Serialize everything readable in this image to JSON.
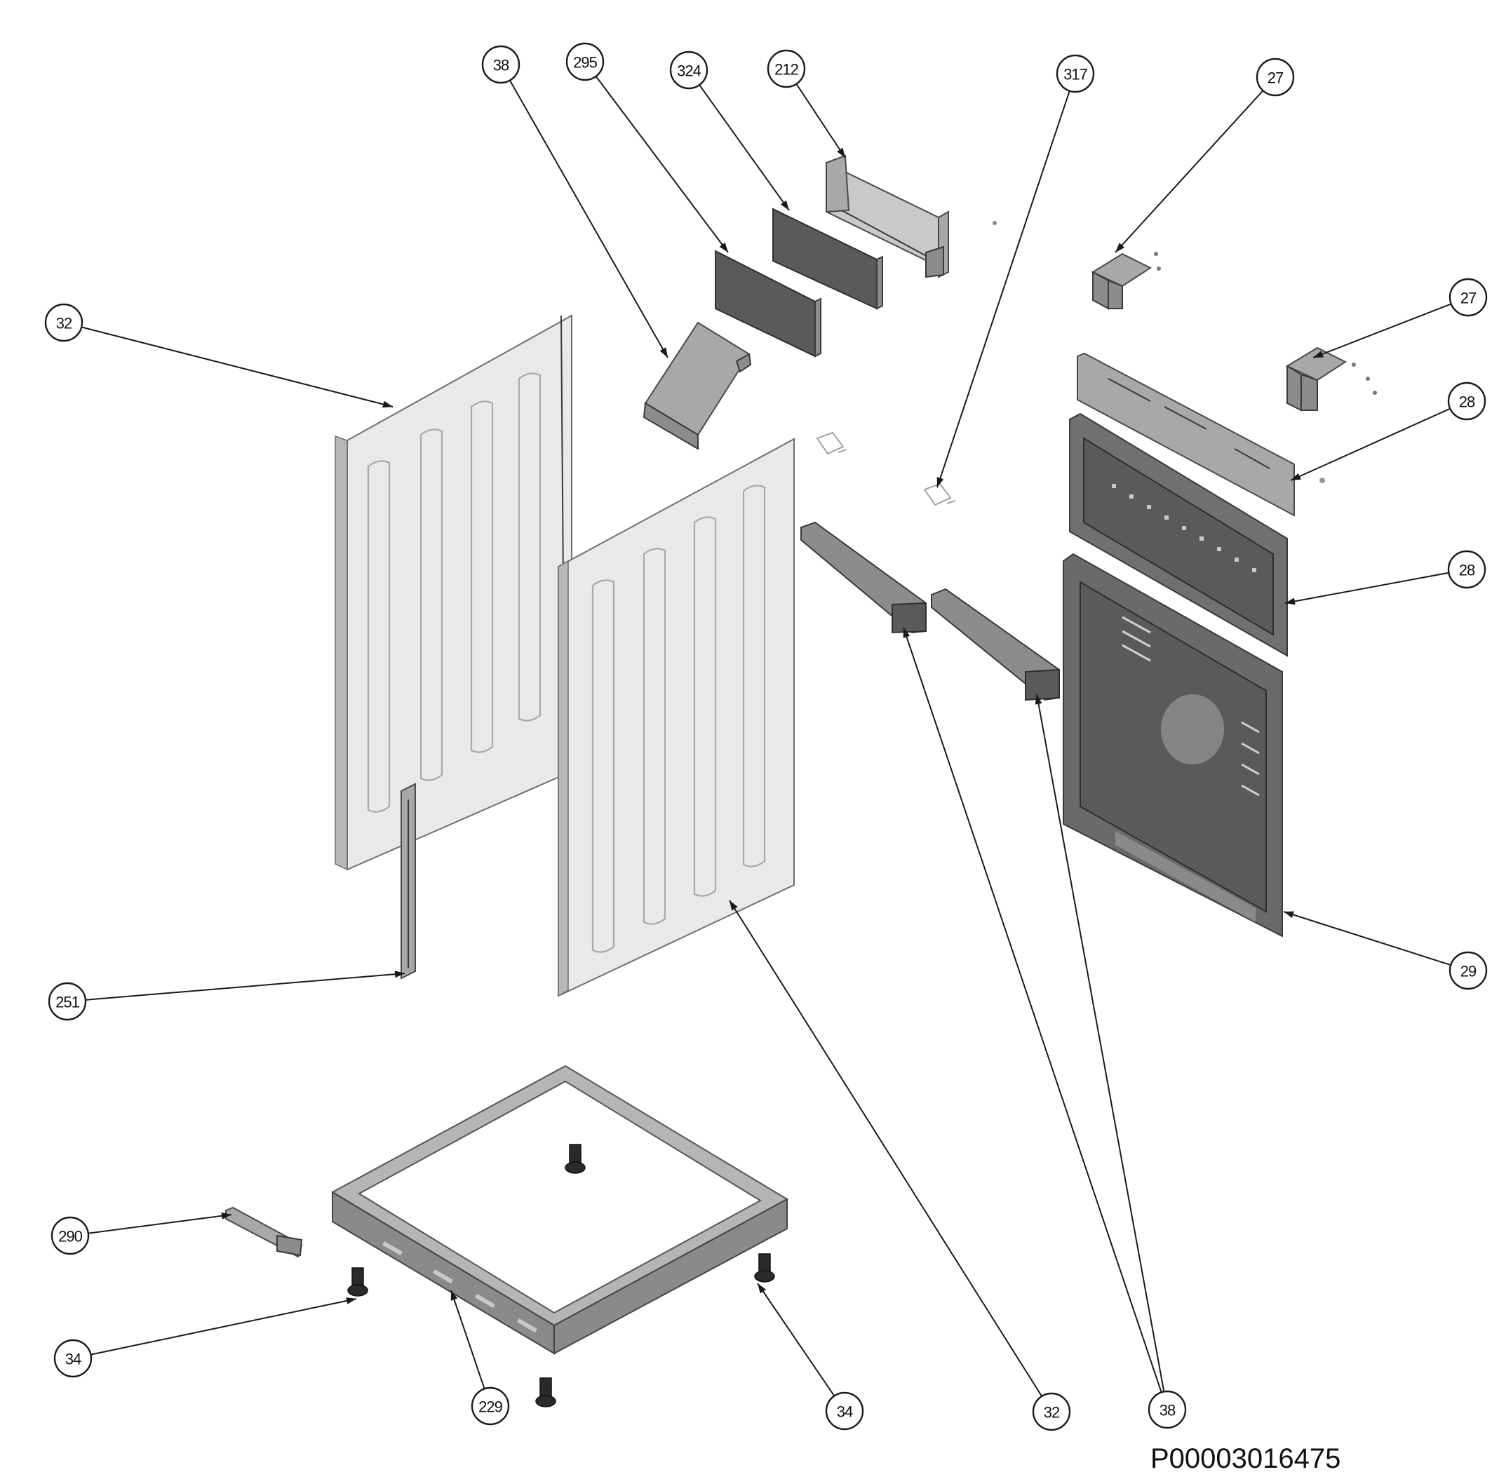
{
  "reference_code": "P00003016475",
  "callouts": [
    {
      "id": "c1",
      "label": "38"
    },
    {
      "id": "c2",
      "label": "295"
    },
    {
      "id": "c3",
      "label": "324"
    },
    {
      "id": "c4",
      "label": "212"
    },
    {
      "id": "c5",
      "label": "317"
    },
    {
      "id": "c6",
      "label": "27"
    },
    {
      "id": "c7",
      "label": "27"
    },
    {
      "id": "c8",
      "label": "28"
    },
    {
      "id": "c9",
      "label": "28"
    },
    {
      "id": "c10",
      "label": "29"
    },
    {
      "id": "c11",
      "label": "32"
    },
    {
      "id": "c12",
      "label": "251"
    },
    {
      "id": "c13",
      "label": "290"
    },
    {
      "id": "c14",
      "label": "34"
    },
    {
      "id": "c15",
      "label": "229"
    },
    {
      "id": "c16",
      "label": "34"
    },
    {
      "id": "c17",
      "label": "32"
    },
    {
      "id": "c18",
      "label": "38"
    }
  ]
}
